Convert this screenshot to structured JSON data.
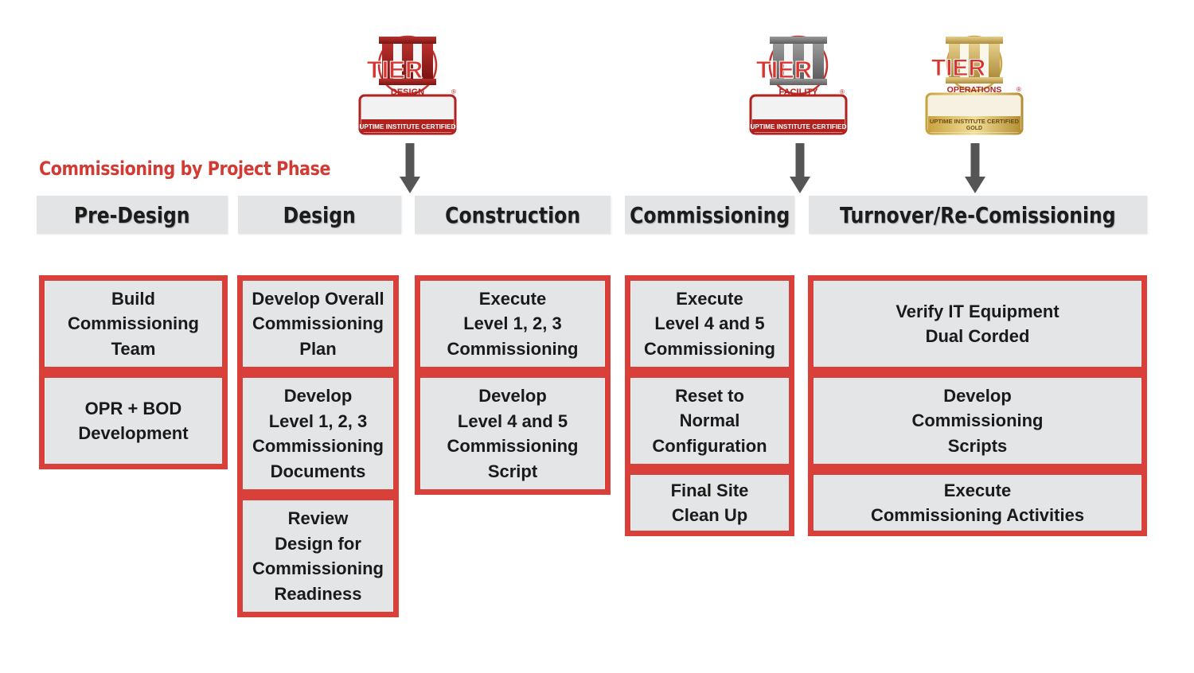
{
  "title": "Commissioning by Project Phase",
  "colors": {
    "accent": "#d9403a",
    "header_bg": "#e3e4e6",
    "task_bg": "#e4e5e7",
    "arrow": "#555555"
  },
  "badges": [
    {
      "tier_word": "TIER",
      "sub": "DESIGN",
      "bottom": "UPTIME INSTITUTE CERTIFIED",
      "bottom2": "",
      "variant": "red-icon"
    },
    {
      "tier_word": "TIER",
      "sub": "FACILITY",
      "bottom": "UPTIME INSTITUTE CERTIFIED",
      "bottom2": "",
      "variant": "grey-icon"
    },
    {
      "tier_word": "TIER",
      "sub": "OPERATIONS",
      "bottom": "UPTIME INSTITUTE CERTIFIED",
      "bottom2": "GOLD",
      "variant": "gold-icon"
    }
  ],
  "phases": [
    {
      "name": "Pre-Design",
      "tasks": [
        "Build\nCommissioning\nTeam",
        "OPR + BOD\nDevelopment"
      ]
    },
    {
      "name": "Design",
      "tasks": [
        "Develop Overall\nCommissioning\nPlan",
        "Develop\nLevel 1, 2, 3\nCommissioning\nDocuments",
        "Review\nDesign for\nCommissioning\nReadiness"
      ]
    },
    {
      "name": "Construction",
      "tasks": [
        "Execute\nLevel 1, 2, 3\nCommissioning",
        "Develop\nLevel 4 and 5\nCommissioning\nScript"
      ]
    },
    {
      "name": "Commissioning",
      "tasks": [
        "Execute\nLevel 4 and 5\nCommissioning",
        "Reset to\nNormal\nConfiguration",
        "Final Site\nClean Up"
      ]
    },
    {
      "name": "Turnover/Re-Comissioning",
      "tasks": [
        "Verify IT Equipment\nDual Corded",
        "Develop\nCommissioning\nScripts",
        "Execute\nCommissioning Activities"
      ]
    }
  ]
}
